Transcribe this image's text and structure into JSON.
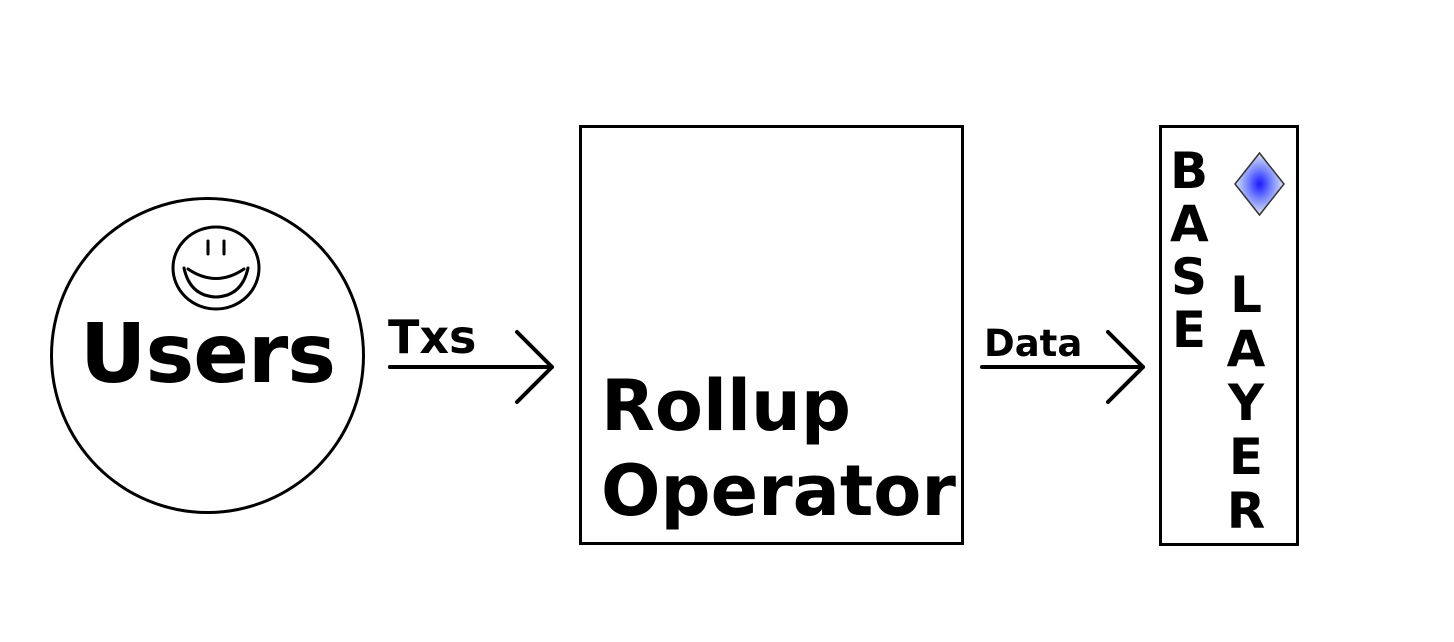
{
  "nodes": {
    "users": {
      "label": "Users"
    },
    "rollup": {
      "line1": "Rollup",
      "line2": "Operator"
    },
    "base": {
      "word1": "BASE",
      "word2": "LAYER"
    }
  },
  "edges": {
    "txs": {
      "label": "Txs"
    },
    "data": {
      "label": "Data"
    }
  },
  "colors": {
    "stroke": "#000000",
    "diamond_center": "#1a1aff",
    "diamond_edge": "#dde6f2"
  },
  "icons": {
    "users": "smiley-face-icon",
    "base": "diamond-icon"
  }
}
